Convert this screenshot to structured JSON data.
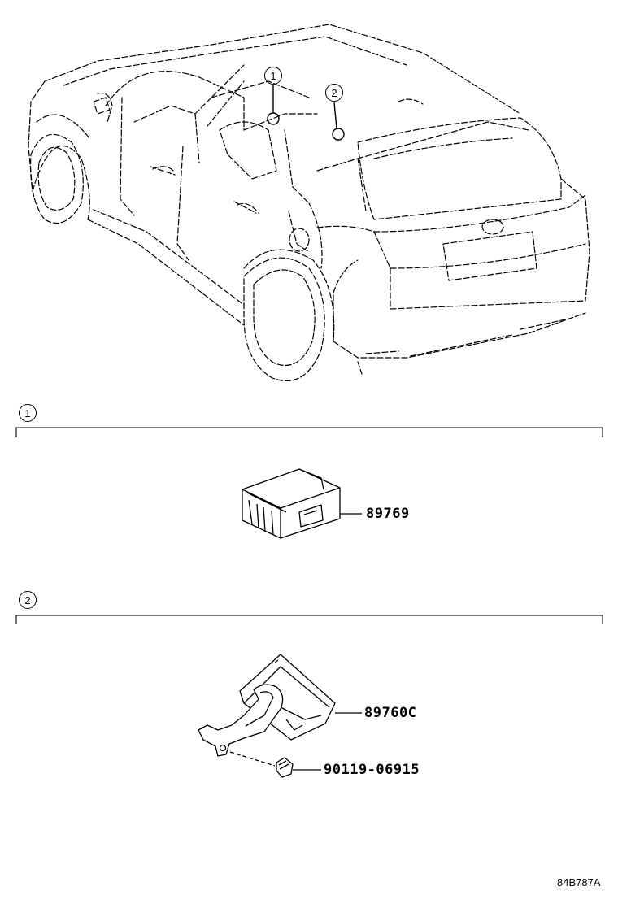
{
  "car_callouts": {
    "one": "1",
    "two": "2"
  },
  "sections": [
    {
      "label": "1",
      "parts": [
        {
          "number": "89769"
        }
      ]
    },
    {
      "label": "2",
      "parts": [
        {
          "number": "89760C"
        },
        {
          "number": "90119-06915"
        }
      ]
    }
  ],
  "drawing_code": "84B787A"
}
